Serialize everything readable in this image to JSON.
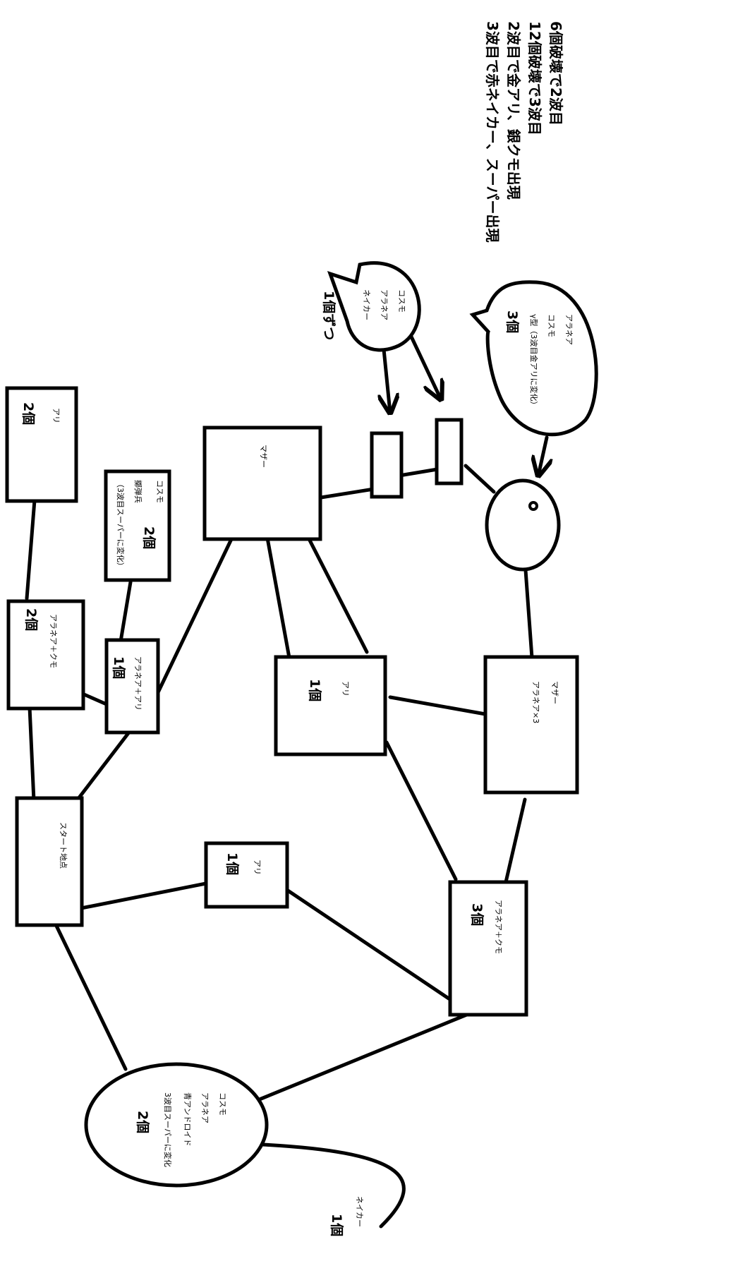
{
  "notes": {
    "line1": "6個破壊で2波目",
    "line2": "12個破壊で3波目",
    "line3": "2波目で金アリ、銀クモ出現",
    "line4": "3波目で赤ネイカー、スーパー出現"
  },
  "bubble_top": {
    "l1": "コスモ",
    "l2": "アラネア",
    "l3": "ネイカー",
    "count": "1個ずつ"
  },
  "bubble_right": {
    "l1": "アラネア",
    "l2": "コスモ",
    "l3": "γ型（3波目金アリに変化）",
    "count": "3個"
  },
  "nodes": {
    "ari_2": {
      "label": "アリ",
      "count": "2個"
    },
    "cosmo_2": {
      "l1": "コスモ",
      "count": "2個",
      "l2": "擲弾兵",
      "l3": "（3波目スーパーに変化）"
    },
    "mother_top": {
      "label": "マザー"
    },
    "aranea_kumo_2": {
      "label": "アラネア＋クモ",
      "count": "2個"
    },
    "aranea_ari_1": {
      "label": "アラネア＋アリ",
      "count": "1個"
    },
    "ari_1_center": {
      "label": "アリ",
      "count": "1個"
    },
    "mother_aranea": {
      "l1": "マザー",
      "l2": "アラネア×3"
    },
    "start": {
      "label": "スタート地点"
    },
    "ari_1_lower": {
      "label": "アリ",
      "count": "1個"
    },
    "aranea_kumo_3": {
      "label": "アラネア＋クモ",
      "count": "3個"
    },
    "ellipse_bottom": {
      "l1": "コスモ",
      "l2": "アラネア",
      "l3": "青アンドロイド",
      "l4": "3波目スーパーに変化",
      "count": "2個"
    },
    "neiker": {
      "label": "ネイカー",
      "count": "1個"
    }
  }
}
